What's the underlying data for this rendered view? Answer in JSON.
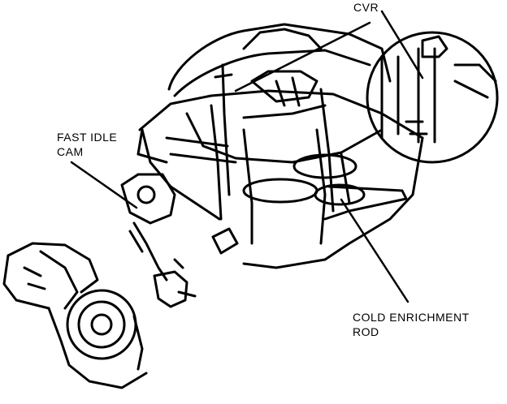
{
  "labels": {
    "cvr": "CVR",
    "fast_idle_cam": [
      "FAST IDLE",
      "CAM"
    ],
    "cold_enrichment_rod": [
      "COLD ENRICHMENT",
      "ROD"
    ]
  },
  "colors": {
    "ink": "#000000",
    "paper": "#ffffff"
  }
}
